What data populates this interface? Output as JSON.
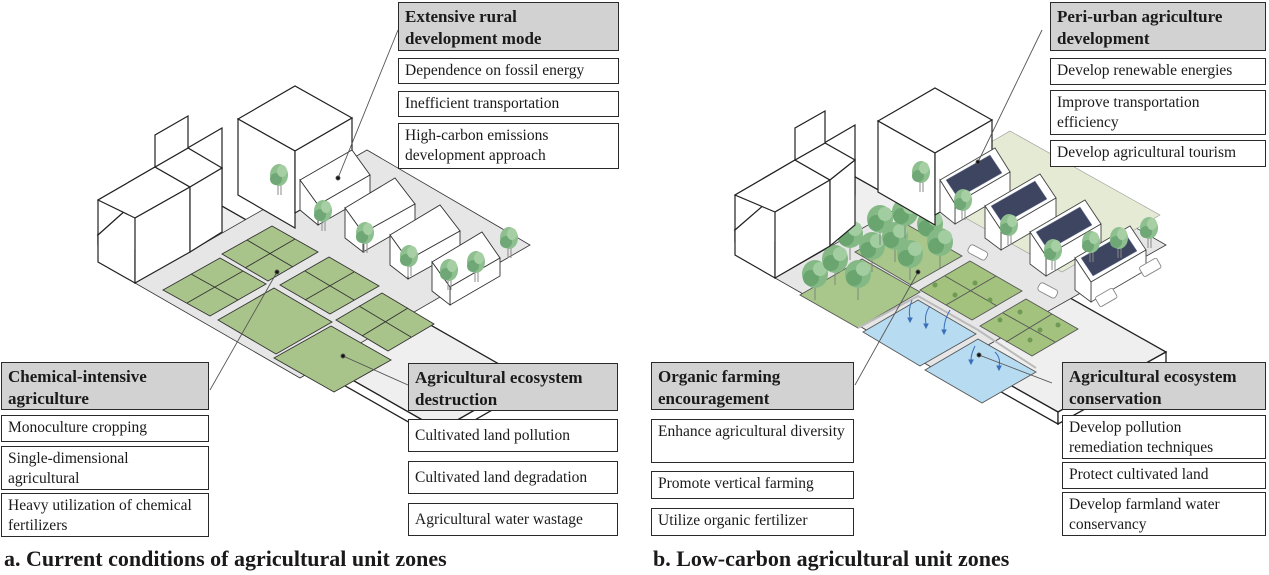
{
  "panels": [
    {
      "caption": "a. Current conditions of agricultural unit zones",
      "callouts": {
        "top": {
          "title": "Extensive rural development mode",
          "items": [
            "Dependence on fossil energy",
            "Inefficient transportation",
            "High-carbon emissions development approach"
          ]
        },
        "left": {
          "title": "Chemical-intensive agriculture",
          "items": [
            "Monoculture cropping",
            "Single-dimensional agricultural",
            "Heavy utilization of chemical fertilizers"
          ]
        },
        "right": {
          "title": "Agricultural ecosystem destruction",
          "items": [
            "Cultivated land pollution",
            "Cultivated land degradation",
            "Agricultural water wastage"
          ]
        }
      }
    },
    {
      "caption": "b. Low-carbon agricultural unit zones",
      "callouts": {
        "top": {
          "title": "Peri-urban agriculture development",
          "items": [
            "Develop renewable energies",
            "Improve transportation efficiency",
            "Develop agricultural tourism"
          ]
        },
        "left": {
          "title": "Organic farming encouragement",
          "items": [
            "Enhance agricultural diversity",
            "Promote vertical farming",
            "Utilize organic fertilizer"
          ]
        },
        "right": {
          "title": "Agricultural ecosystem conservation",
          "items": [
            "Develop pollution remediation techniques",
            "Protect cultivated land",
            "Develop farmland water conservancy"
          ]
        }
      }
    }
  ],
  "colors": {
    "header_fill": "#d2d2d2",
    "field_green": "#a9c48a",
    "organic_green": "#9fbf7c",
    "water_blue": "#b5d8ee",
    "tree_green": "#7fb485",
    "solar_panel": "#3d4560",
    "ground": "#e8e8e8"
  }
}
